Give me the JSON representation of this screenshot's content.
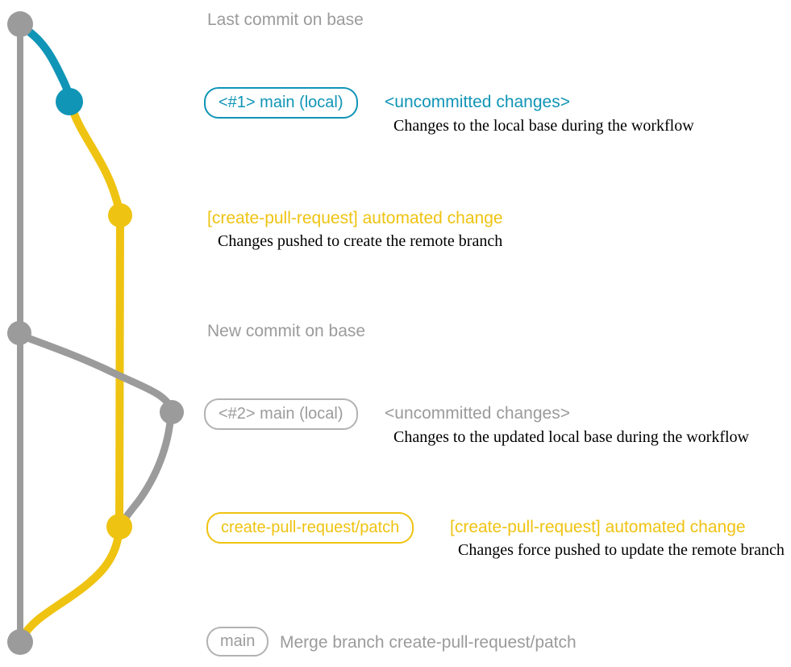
{
  "colors": {
    "gray": "#9b9b9b",
    "gray-border": "#b2b2b2",
    "teal": "#1095b6",
    "yellow": "#efc311",
    "caption": "#000000",
    "background": "#ffffff"
  },
  "rows": {
    "last_commit": {
      "label": "Last commit on base"
    },
    "main_local_1": {
      "badge": "<#1> main (local)",
      "title": "<uncommitted changes>",
      "caption": "Changes to the local base during the workflow"
    },
    "automated_change_1": {
      "title": "[create-pull-request] automated change",
      "caption": "Changes pushed to create the remote branch"
    },
    "new_commit": {
      "label": "New commit on base"
    },
    "main_local_2": {
      "badge": "<#2> main (local)",
      "title": "<uncommitted changes>",
      "caption": "Changes to the updated local base during the workflow"
    },
    "automated_change_2": {
      "badge": "create-pull-request/patch",
      "title": "[create-pull-request] automated change",
      "caption": "Changes force pushed to update the remote branch"
    },
    "merge": {
      "badge": "main",
      "title": "Merge branch create-pull-request/patch"
    }
  }
}
